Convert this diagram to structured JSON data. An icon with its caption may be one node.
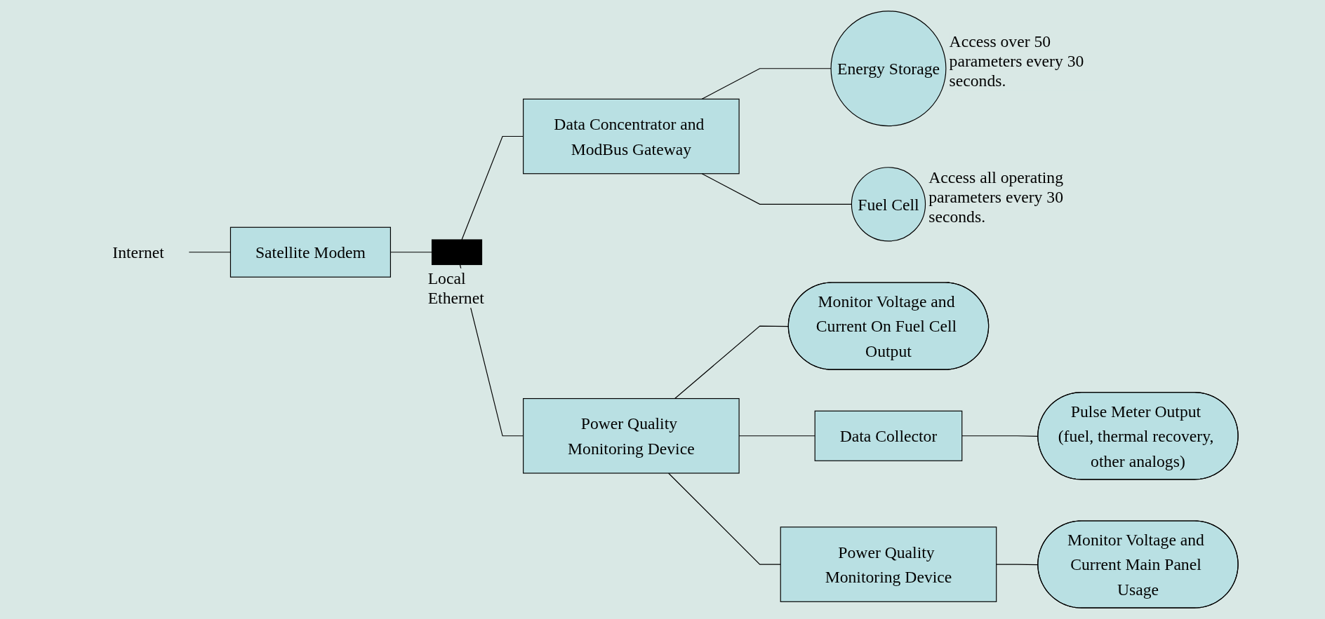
{
  "diagram": {
    "nodes": [
      {
        "text": [
          "Internet"
        ]
      },
      {
        "text": [
          "Satellite Modem"
        ]
      },
      {
        "text": [],
        "shape": "bar",
        "beside": [
          "Local Ethernet"
        ]
      },
      {
        "text": [
          "Data Concentrator and ModBus Gateway"
        ]
      },
      {
        "text": [
          "Energy Storage"
        ],
        "beside": [
          "Access over 50 parameters every 30 seconds."
        ]
      },
      {
        "text": [
          "Fuel Cell"
        ],
        "beside": [
          "Access all operating parameters every 30 seconds."
        ]
      },
      {
        "text": [
          "Power Quality Monitoring Device"
        ]
      },
      {
        "text": [
          "Monitor Voltage and Current On Fuel Cell Output"
        ]
      },
      {
        "text": [
          "Data Collector"
        ]
      },
      {
        "text": [
          "Pulse Meter Output (fuel, thermal recovery, other analogs)"
        ]
      },
      {
        "text": [
          "Power Quality Monitoring Device"
        ]
      },
      {
        "text": [
          "Monitor Voltage and Current Main Panel Usage"
        ]
      }
    ],
    "edges": [
      {
        "from": 0,
        "to": 1,
        "arrow": "none"
      },
      {
        "from": 1,
        "to": 2,
        "arrow": "none"
      },
      {
        "from": 2,
        "to": 3,
        "arrow": "none"
      },
      {
        "from": 2,
        "to": 6,
        "arrow": "none"
      },
      {
        "from": 3,
        "to": 4,
        "arrow": "none"
      },
      {
        "from": 3,
        "to": 5,
        "arrow": "none"
      },
      {
        "from": 6,
        "to": 7,
        "arrow": "none"
      },
      {
        "from": 6,
        "to": 8,
        "arrow": "none"
      },
      {
        "from": 8,
        "to": 9,
        "arrow": "none"
      },
      {
        "from": 6,
        "to": 10,
        "arrow": "none"
      },
      {
        "from": 10,
        "to": 11,
        "arrow": "none"
      }
    ]
  }
}
